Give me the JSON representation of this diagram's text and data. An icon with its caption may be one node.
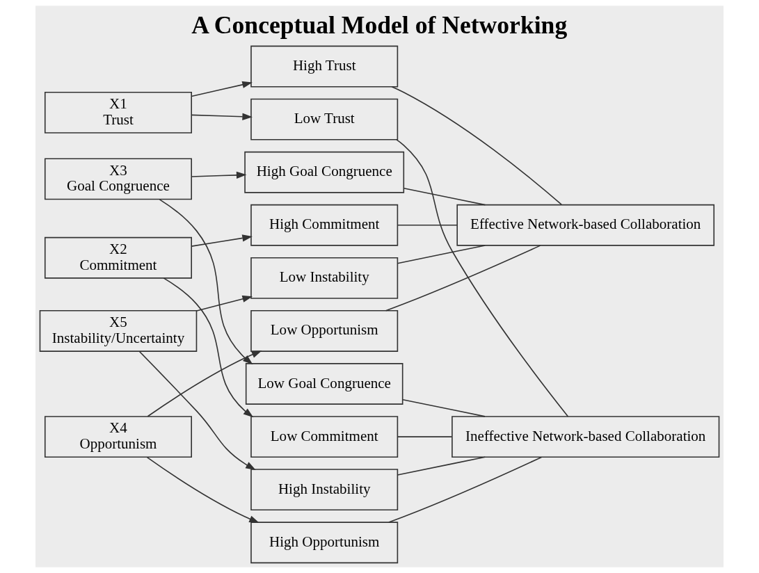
{
  "diagram": {
    "title": "A Conceptual Model of Networking",
    "nodes": [
      {
        "text": [
          "X1",
          "Trust"
        ]
      },
      {
        "text": [
          "High Trust"
        ]
      },
      {
        "text": [
          "Low Trust"
        ]
      },
      {
        "text": [
          "Effective Network-based Collaboration"
        ]
      },
      {
        "text": [
          "X2",
          "Commitment"
        ]
      },
      {
        "text": [
          "High Commitment"
        ]
      },
      {
        "text": [
          "Low Commitment"
        ]
      },
      {
        "text": [
          "X3",
          "Goal Congruence"
        ]
      },
      {
        "text": [
          "High Goal Congruence"
        ]
      },
      {
        "text": [
          "Low Goal Congruence"
        ]
      },
      {
        "text": [
          "X4",
          "Opportunism"
        ]
      },
      {
        "text": [
          "High Opportunism"
        ]
      },
      {
        "text": [
          "Low Opportunism"
        ]
      },
      {
        "text": [
          "Ineffective Network-based Collaboration"
        ]
      },
      {
        "text": [
          "X5",
          "Instability/Uncertainty"
        ]
      },
      {
        "text": [
          "High Instability"
        ]
      },
      {
        "text": [
          "Low Instability"
        ]
      }
    ],
    "edges": [
      {
        "from": 0,
        "to": 1,
        "arrow": "to"
      },
      {
        "from": 0,
        "to": 2,
        "arrow": "to"
      },
      {
        "from": 4,
        "to": 5,
        "arrow": "to"
      },
      {
        "from": 4,
        "to": 6,
        "arrow": "to"
      },
      {
        "from": 7,
        "to": 8,
        "arrow": "to"
      },
      {
        "from": 7,
        "to": 9,
        "arrow": "to"
      },
      {
        "from": 10,
        "to": 11,
        "arrow": "to"
      },
      {
        "from": 10,
        "to": 12,
        "arrow": "to"
      },
      {
        "from": 14,
        "to": 15,
        "arrow": "to"
      },
      {
        "from": 14,
        "to": 16,
        "arrow": "to"
      },
      {
        "from": 1,
        "to": 3,
        "arrow": "none"
      },
      {
        "from": 2,
        "to": 13,
        "arrow": "none"
      },
      {
        "from": 5,
        "to": 3,
        "arrow": "none"
      },
      {
        "from": 6,
        "to": 13,
        "arrow": "none"
      },
      {
        "from": 8,
        "to": 3,
        "arrow": "none"
      },
      {
        "from": 9,
        "to": 13,
        "arrow": "none"
      },
      {
        "from": 11,
        "to": 13,
        "arrow": "none"
      },
      {
        "from": 12,
        "to": 3,
        "arrow": "none"
      },
      {
        "from": 15,
        "to": 13,
        "arrow": "none"
      },
      {
        "from": 16,
        "to": 3,
        "arrow": "none"
      }
    ]
  }
}
